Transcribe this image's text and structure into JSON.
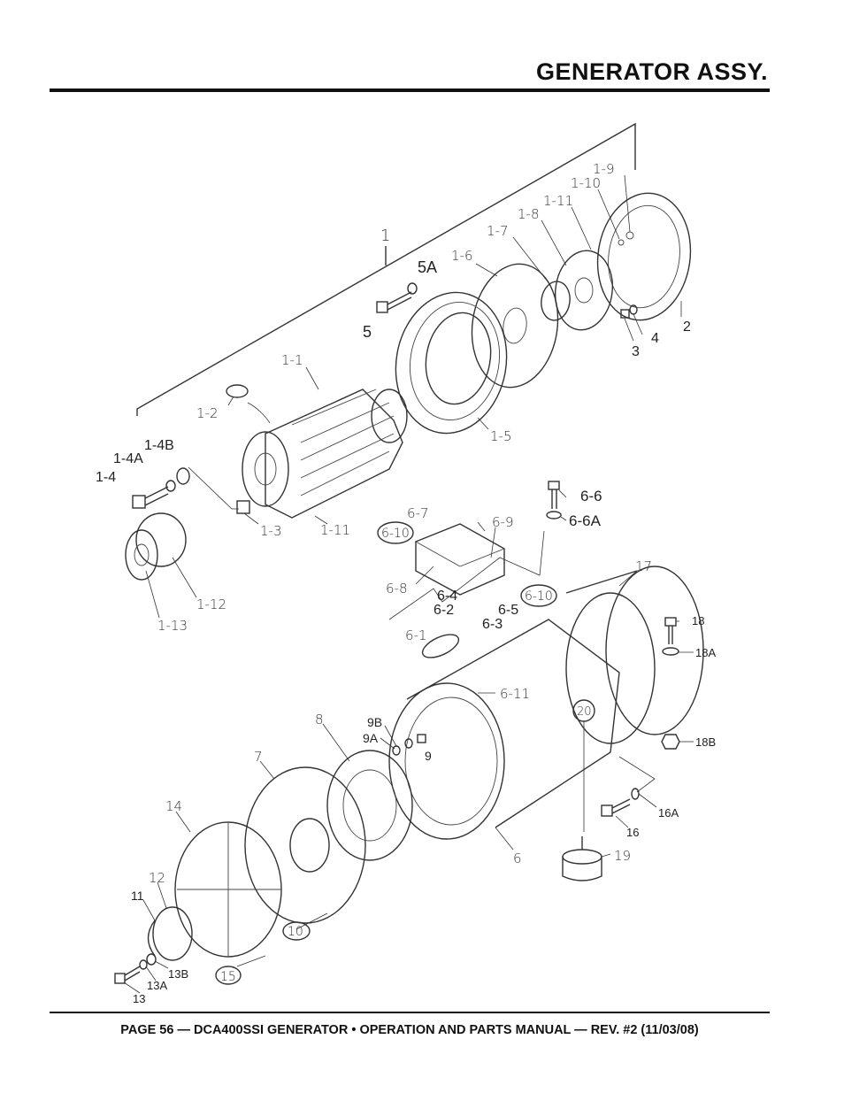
{
  "header": {
    "title": "GENERATOR ASSY."
  },
  "footer": {
    "text": "PAGE 56 — DCA400SSI GENERATOR • OPERATION AND PARTS MANUAL — REV. #2 (11/03/08)"
  },
  "callouts": {
    "c1": "1",
    "c1_1": "1-1",
    "c1_2": "1-2",
    "c1_3": "1-3",
    "c1_4": "1-4",
    "c1_4a": "1-4A",
    "c1_4b": "1-4B",
    "c1_5": "1-5",
    "c1_6": "1-6",
    "c1_7": "1-7",
    "c1_8": "1-8",
    "c1_9": "1-9",
    "c1_10": "1-10",
    "c1_11a": "1-11",
    "c1_11b": "1-11",
    "c1_12": "1-12",
    "c1_13": "1-13",
    "c2": "2",
    "c3": "3",
    "c4": "4",
    "c5": "5",
    "c5a": "5A",
    "c6": "6",
    "c6_1": "6-1",
    "c6_2": "6-2",
    "c6_3": "6-3",
    "c6_4": "6-4",
    "c6_5": "6-5",
    "c6_6": "6-6",
    "c6_6a": "6-6A",
    "c6_7": "6-7",
    "c6_8": "6-8",
    "c6_9": "6-9",
    "c6_10a": "6-10",
    "c6_10b": "6-10",
    "c6_11": "6-11",
    "c7": "7",
    "c8": "8",
    "c9": "9",
    "c9a": "9A",
    "c9b": "9B",
    "c10": "10",
    "c11": "11",
    "c12": "12",
    "c13": "13",
    "c13a": "13A",
    "c13b": "13B",
    "c14": "14",
    "c15": "15",
    "c16": "16",
    "c16a": "16A",
    "c17": "17",
    "c18": "18",
    "c18a": "18A",
    "c18b": "18B",
    "c19": "19",
    "c20": "20"
  }
}
